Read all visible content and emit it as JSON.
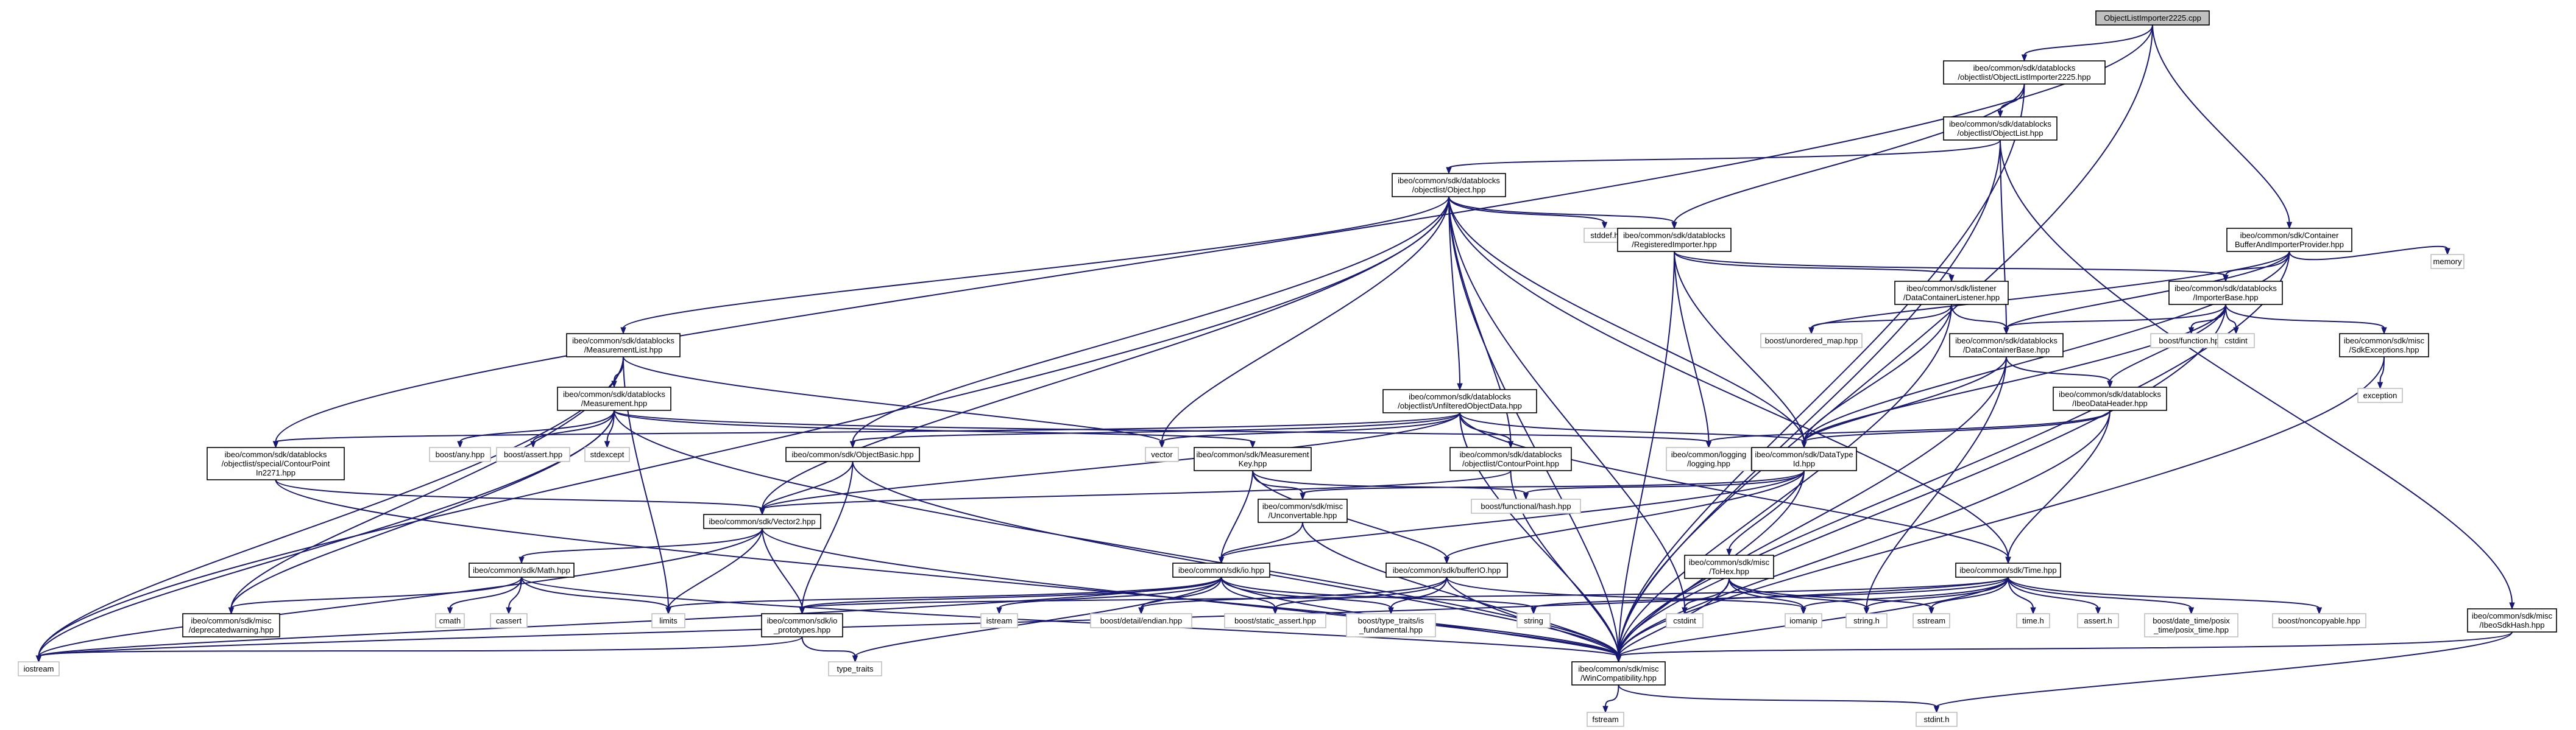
{
  "nodes": [
    {
      "id": "root",
      "lines": [
        "ObjectListImporter2225.cpp"
      ],
      "root": true
    },
    {
      "id": "oli2225",
      "lines": [
        "ibeo/common/sdk/datablocks",
        "/objectlist/ObjectListImporter2225.hpp"
      ]
    },
    {
      "id": "objlist",
      "lines": [
        "ibeo/common/sdk/datablocks",
        "/objectlist/ObjectList.hpp"
      ]
    },
    {
      "id": "object",
      "lines": [
        "ibeo/common/sdk/datablocks",
        "/objectlist/Object.hpp"
      ]
    },
    {
      "id": "stddef",
      "lines": [
        "stddef.h"
      ],
      "leaf": true
    },
    {
      "id": "regimp",
      "lines": [
        "ibeo/common/sdk/datablocks",
        "/RegisteredImporter.hpp"
      ]
    },
    {
      "id": "cbaip",
      "lines": [
        "ibeo/common/sdk/Container",
        "BufferAndImporterProvider.hpp"
      ]
    },
    {
      "id": "memory",
      "lines": [
        "memory"
      ],
      "leaf": true
    },
    {
      "id": "dcl",
      "lines": [
        "ibeo/common/sdk/listener",
        "/DataContainerListener.hpp"
      ]
    },
    {
      "id": "impbase",
      "lines": [
        "ibeo/common/sdk/datablocks",
        "/ImporterBase.hpp"
      ]
    },
    {
      "id": "measlist",
      "lines": [
        "ibeo/common/sdk/datablocks",
        "/MeasurementList.hpp"
      ]
    },
    {
      "id": "umap",
      "lines": [
        "boost/unordered_map.hpp"
      ],
      "leaf": true
    },
    {
      "id": "dcbase",
      "lines": [
        "ibeo/common/sdk/datablocks",
        "/DataContainerBase.hpp"
      ]
    },
    {
      "id": "bfunc",
      "lines": [
        "boost/function.hpp"
      ],
      "leaf": true
    },
    {
      "id": "cstdint",
      "lines": [
        "cstdint"
      ],
      "leaf": true
    },
    {
      "id": "sdkexc",
      "lines": [
        "ibeo/common/sdk/misc",
        "/SdkExceptions.hpp"
      ]
    },
    {
      "id": "meas",
      "lines": [
        "ibeo/common/sdk/datablocks",
        "/Measurement.hpp"
      ]
    },
    {
      "id": "uod",
      "lines": [
        "ibeo/common/sdk/datablocks",
        "/objectlist/UnfilteredObjectData.hpp"
      ]
    },
    {
      "id": "exception",
      "lines": [
        "exception"
      ],
      "leaf": true
    },
    {
      "id": "idh",
      "lines": [
        "ibeo/common/sdk/datablocks",
        "/IbeoDataHeader.hpp"
      ]
    },
    {
      "id": "vector",
      "lines": [
        "vector"
      ],
      "leaf": true
    },
    {
      "id": "logging",
      "lines": [
        "ibeo/common/logging",
        "/logging.hpp"
      ],
      "leaf": true
    },
    {
      "id": "contour2271",
      "lines": [
        "ibeo/common/sdk/datablocks",
        "/objectlist/special/ContourPoint",
        "In2271.hpp"
      ]
    },
    {
      "id": "bany",
      "lines": [
        "boost/any.hpp"
      ],
      "leaf": true
    },
    {
      "id": "bassert",
      "lines": [
        "boost/assert.hpp"
      ],
      "leaf": true
    },
    {
      "id": "stdexcept",
      "lines": [
        "stdexcept"
      ],
      "leaf": true
    },
    {
      "id": "objbasic",
      "lines": [
        "ibeo/common/sdk/ObjectBasic.hpp"
      ]
    },
    {
      "id": "measkey",
      "lines": [
        "ibeo/common/sdk/Measurement",
        "Key.hpp"
      ]
    },
    {
      "id": "contour",
      "lines": [
        "ibeo/common/sdk/datablocks",
        "/objectlist/ContourPoint.hpp"
      ]
    },
    {
      "id": "datatype",
      "lines": [
        "ibeo/common/sdk/DataType",
        "Id.hpp"
      ]
    },
    {
      "id": "uncon",
      "lines": [
        "ibeo/common/sdk/misc",
        "/Unconvertable.hpp"
      ]
    },
    {
      "id": "fhash",
      "lines": [
        "boost/functional/hash.hpp"
      ],
      "leaf": true
    },
    {
      "id": "vec2",
      "lines": [
        "ibeo/common/sdk/Vector2.hpp"
      ]
    },
    {
      "id": "math",
      "lines": [
        "ibeo/common/sdk/Math.hpp"
      ]
    },
    {
      "id": "io",
      "lines": [
        "ibeo/common/sdk/io.hpp"
      ]
    },
    {
      "id": "bufio",
      "lines": [
        "ibeo/common/sdk/bufferIO.hpp"
      ]
    },
    {
      "id": "tohex",
      "lines": [
        "ibeo/common/sdk/misc",
        "/ToHex.hpp"
      ]
    },
    {
      "id": "time",
      "lines": [
        "ibeo/common/sdk/Time.hpp"
      ]
    },
    {
      "id": "ibeohash",
      "lines": [
        "ibeo/common/sdk/misc",
        "/IbeoSdkHash.hpp"
      ]
    },
    {
      "id": "depr",
      "lines": [
        "ibeo/common/sdk/misc",
        "/deprecatedwarning.hpp"
      ]
    },
    {
      "id": "cmath",
      "lines": [
        "cmath"
      ],
      "leaf": true
    },
    {
      "id": "cassert",
      "lines": [
        "cassert"
      ],
      "leaf": true
    },
    {
      "id": "limits",
      "lines": [
        "limits"
      ],
      "leaf": true
    },
    {
      "id": "ioproto",
      "lines": [
        "ibeo/common/sdk/io",
        "_prototypes.hpp"
      ]
    },
    {
      "id": "istream",
      "lines": [
        "istream"
      ],
      "leaf": true
    },
    {
      "id": "endian",
      "lines": [
        "boost/detail/endian.hpp"
      ],
      "leaf": true
    },
    {
      "id": "sassert",
      "lines": [
        "boost/static_assert.hpp"
      ],
      "leaf": true
    },
    {
      "id": "isfund",
      "lines": [
        "boost/type_traits/is",
        "_fundamental.hpp"
      ],
      "leaf": true
    },
    {
      "id": "string",
      "lines": [
        "string"
      ],
      "leaf": true
    },
    {
      "id": "cstdint2",
      "lines": [
        "cstdint"
      ],
      "leaf": true
    },
    {
      "id": "iomanip",
      "lines": [
        "iomanip"
      ],
      "leaf": true
    },
    {
      "id": "stringh",
      "lines": [
        "string.h"
      ],
      "leaf": true
    },
    {
      "id": "sstream",
      "lines": [
        "sstream"
      ],
      "leaf": true
    },
    {
      "id": "timeh",
      "lines": [
        "time.h"
      ],
      "leaf": true
    },
    {
      "id": "asserth",
      "lines": [
        "assert.h"
      ],
      "leaf": true
    },
    {
      "id": "posix",
      "lines": [
        "boost/date_time/posix",
        "_time/posix_time.hpp"
      ],
      "leaf": true
    },
    {
      "id": "noncopy",
      "lines": [
        "boost/noncopyable.hpp"
      ],
      "leaf": true
    },
    {
      "id": "iostream",
      "lines": [
        "iostream"
      ],
      "leaf": true
    },
    {
      "id": "typetraits",
      "lines": [
        "type_traits"
      ],
      "leaf": true
    },
    {
      "id": "wincompat",
      "lines": [
        "ibeo/common/sdk/misc",
        "/WinCompatibility.hpp"
      ]
    },
    {
      "id": "fstream",
      "lines": [
        "fstream"
      ],
      "leaf": true
    },
    {
      "id": "stdint",
      "lines": [
        "stdint.h"
      ],
      "leaf": true
    }
  ]
}
